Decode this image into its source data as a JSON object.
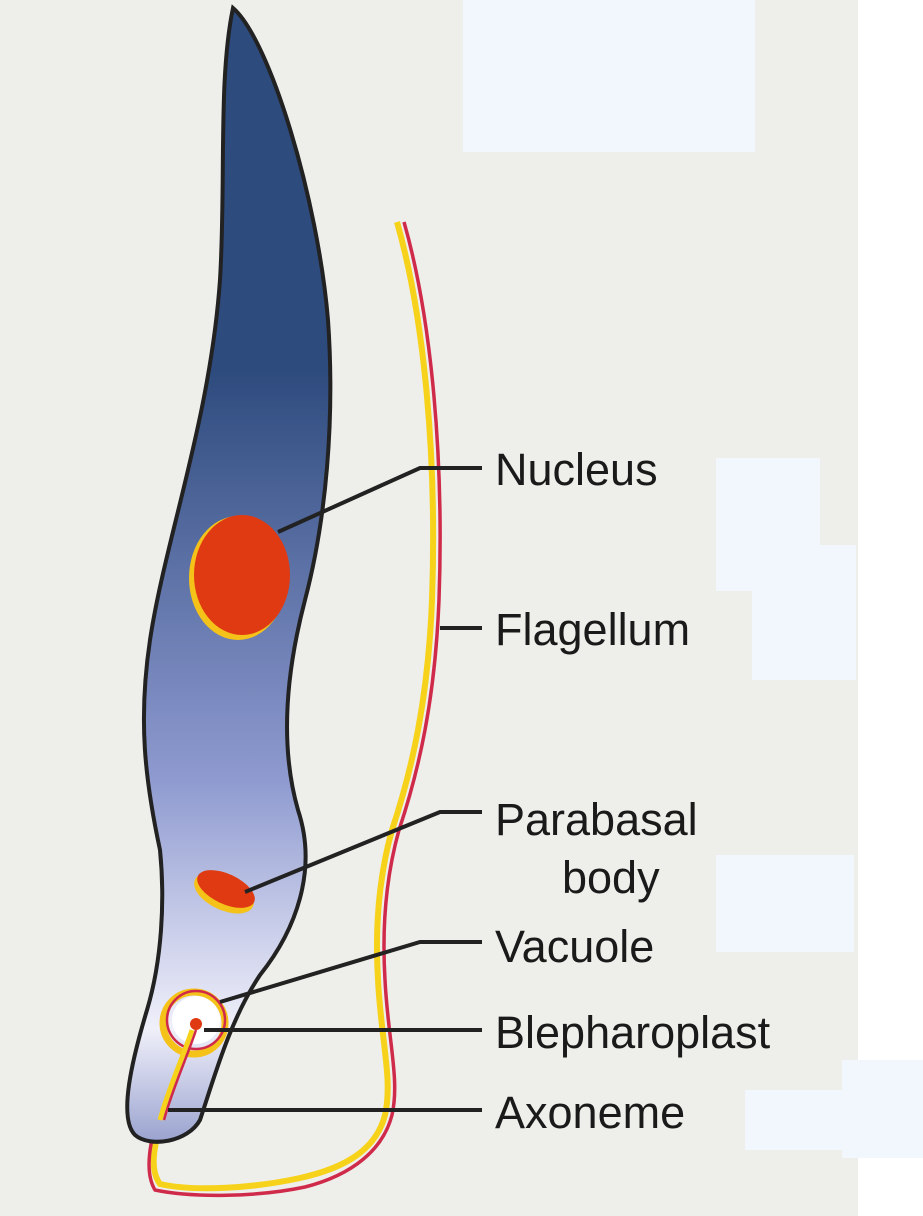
{
  "labels": {
    "nucleus": "Nucleus",
    "flagellum": "Flagellum",
    "parabasal_line1": "Parabasal",
    "parabasal_line2": "body",
    "vacuole": "Vacuole",
    "blepharoplast": "Blepharoplast",
    "axoneme": "Axoneme"
  },
  "colors": {
    "background": "#eeeeea",
    "cover_patch": "#f2f7fd",
    "body_dark": "#2e4b7e",
    "body_light": "#f0f0fa",
    "outline": "#222222",
    "organelle_red": "#e03a12",
    "organelle_yellow": "#f5c21a",
    "flagellum_red": "#d02a4a",
    "flagellum_yellow": "#f7d21a",
    "leader_line": "#222222"
  }
}
